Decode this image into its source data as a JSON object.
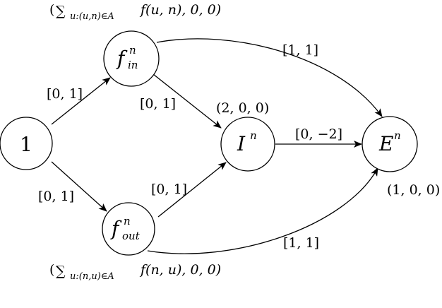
{
  "nodes": {
    "one": {
      "label": "1"
    },
    "f_in": {
      "base": "f",
      "sup": "n",
      "sub": "in"
    },
    "f_out": {
      "base": "f",
      "sup": "n",
      "sub": "out"
    },
    "I": {
      "base": "I",
      "sup": "n"
    },
    "E": {
      "base": "E",
      "sup": "n"
    }
  },
  "edge_labels": {
    "one_to_fin": "[0, 1]",
    "one_to_fout": "[0, 1]",
    "fin_to_I": "[0, 1]",
    "fout_to_I": "[0, 1]",
    "I_to_E": "[0, −2]",
    "fin_to_E": "[1, 1]",
    "fout_to_E": "[1, 1]"
  },
  "annotations": {
    "I_value": "(2, 0, 0)",
    "E_value": "(1, 0, 0)",
    "fin_value": {
      "open": "(",
      "sum": "∑",
      "sum_sub": "u:(u,n)∈A",
      "expr": "f(u, n), 0, 0)"
    },
    "fout_value": {
      "open": "(",
      "sum": "∑",
      "sum_sub": "u:(n,u)∈A",
      "expr": "f(n, u), 0, 0)"
    }
  }
}
